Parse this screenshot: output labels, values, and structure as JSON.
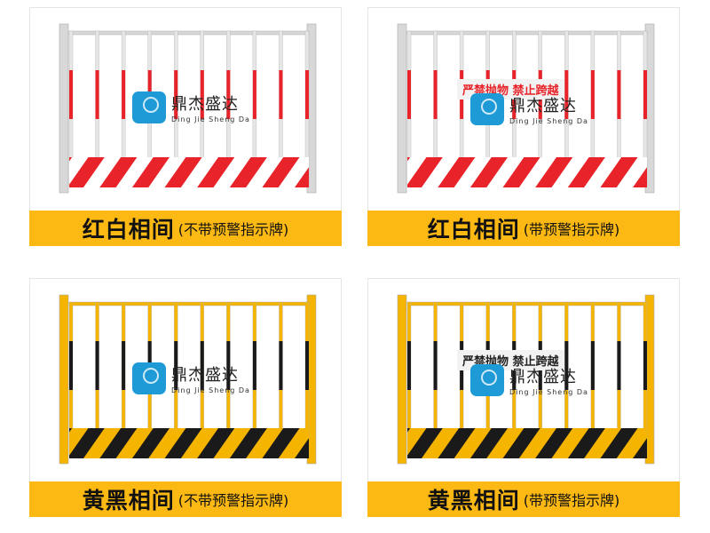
{
  "brand": {
    "name_cn": "鼎杰盛达",
    "name_en": "Ding Jie Sheng Da",
    "color": "#1e9ad6"
  },
  "label_color": "#fdb913",
  "cards": [
    {
      "title": "红白相间",
      "subtitle": "(不带预警指示牌)",
      "stripe_color": "#e8242a",
      "base_color": "#ffffff",
      "frame_color": "#d8d8d8",
      "sign": null
    },
    {
      "title": "红白相间",
      "subtitle": "(带预警指示牌)",
      "stripe_color": "#e8242a",
      "base_color": "#ffffff",
      "frame_color": "#d8d8d8",
      "sign": "严禁抛物  禁止跨越",
      "sign_color": "#e8242a"
    },
    {
      "title": "黄黑相间",
      "subtitle": "(不带预警指示牌)",
      "stripe_color": "#1a1a1a",
      "base_color": "#f5b400",
      "frame_color": "#f5b400",
      "sign": null
    },
    {
      "title": "黄黑相间",
      "subtitle": "(带预警指示牌)",
      "stripe_color": "#1a1a1a",
      "base_color": "#f5b400",
      "frame_color": "#f5b400",
      "sign": "严禁抛物 禁止跨越",
      "sign_color": "#222222"
    }
  ]
}
